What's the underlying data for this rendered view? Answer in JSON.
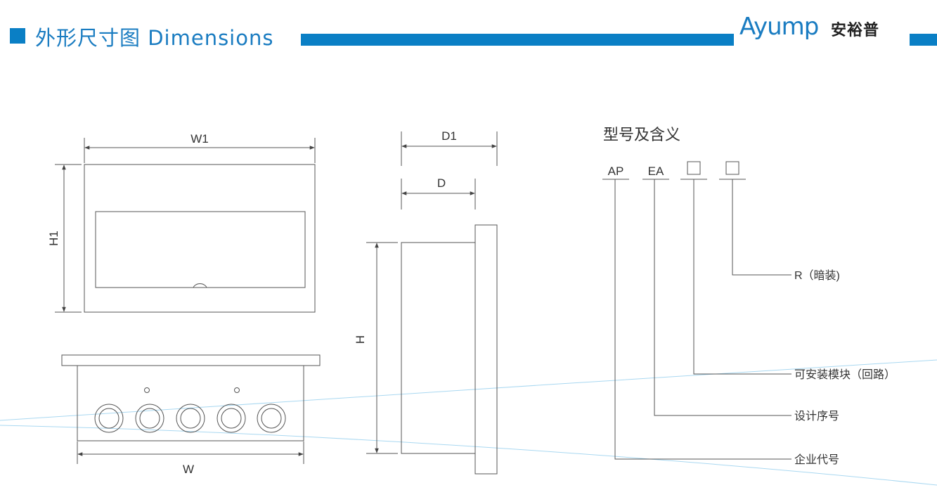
{
  "header": {
    "title": "外形尺寸图 Dimensions",
    "logo_en": "Ayump",
    "logo_cn": "安裕普"
  },
  "front_view": {
    "w1_label": "W1",
    "h1_label": "H1"
  },
  "bottom_view": {
    "w_label": "W"
  },
  "side_view": {
    "d1_label": "D1",
    "d_label": "D",
    "h_label": "H"
  },
  "model_code": {
    "title": "型号及含义",
    "parts": [
      "AP",
      "EA"
    ],
    "meanings": {
      "r": "R（暗装)",
      "modules": "可安装模块（回路）",
      "serial": "设计序号",
      "company": "企业代号"
    }
  },
  "colors": {
    "accent": "#0a7fc5",
    "line": "#555555",
    "sweep": "#9fd3ef"
  }
}
